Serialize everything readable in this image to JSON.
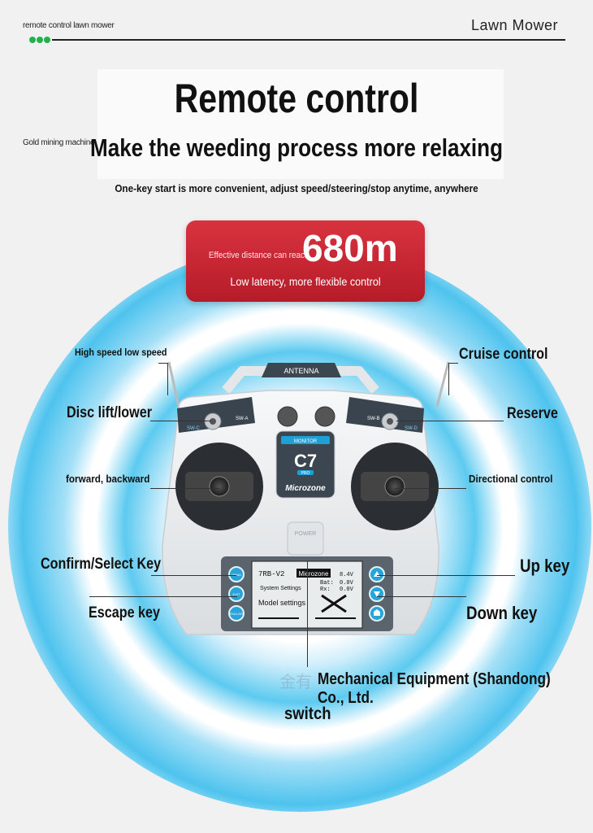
{
  "header": {
    "left_text": "remote control lawn mower",
    "right_text": "Lawn Mower",
    "dot_color": "#22b14c"
  },
  "headline": {
    "title": "Remote control",
    "side_note": "Gold mining machine",
    "subtitle": "Make the weeding process more relaxing",
    "tagline": "One-key start is more convenient, adjust speed/steering/stop anytime, anywhere"
  },
  "range_panel": {
    "label": "Effective distance can reach",
    "value": "680m",
    "note": "Low latency, more flexible control",
    "color": "#c62532"
  },
  "remote": {
    "antenna_label": "ANTENNA",
    "switch_a": "SW-A",
    "switch_b": "SW-B",
    "switch_c": "SW-C",
    "switch_d": "SW-D",
    "monitor_label": "MONITOR",
    "model": "C7",
    "model_sub": "PRO",
    "brand": "Microzone",
    "power_label": "POWER",
    "lcd": {
      "line1_left": "7RB-V2",
      "line1_mid": "Microzone",
      "line1_right": "8.4V",
      "bat_label": "Bat:",
      "bat_value": "0.0V",
      "rx_label": "Rx:",
      "rx_value": "0.0V",
      "menu1": "System Settings",
      "menu2": "Model settings"
    },
    "left_btns": [
      "MENU",
      "EXIT",
      "ROLLER"
    ]
  },
  "callouts": {
    "high_low_speed": "High speed low speed",
    "cruise_control": "Cruise control",
    "disc_lift": "Disc lift/lower",
    "reserve": "Reserve",
    "forward_backward": "forward, backward",
    "directional": "Directional control",
    "confirm_select": "Confirm/Select Key",
    "up_key": "Up key",
    "escape_key": "Escape key",
    "down_key": "Down key"
  },
  "footer": {
    "watermark": "金有",
    "company": "Mechanical Equipment (Shandong) Co., Ltd.",
    "switch_label": "switch"
  }
}
